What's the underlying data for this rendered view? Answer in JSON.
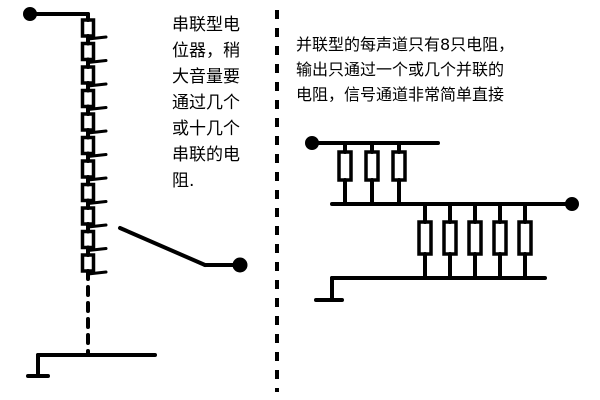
{
  "left_caption": {
    "lines": [
      "串联型电",
      "位器，稍",
      "大音量要",
      "通过几个",
      "或十几个",
      "串联的电",
      "阻."
    ]
  },
  "right_caption": {
    "lines": [
      "并联型的每声道只有8只电阻，",
      "输出只通过一个或几个并联的",
      "电阻，信号通道非常简单直接"
    ]
  },
  "colors": {
    "ink": "#000000",
    "background": "#ffffff"
  },
  "left_diagram": {
    "type": "series-resistor-ladder",
    "resistor_count": 11
  },
  "right_diagram": {
    "type": "parallel-resistor-bank",
    "upper_resistor_count": 3,
    "lower_resistor_count": 5
  }
}
